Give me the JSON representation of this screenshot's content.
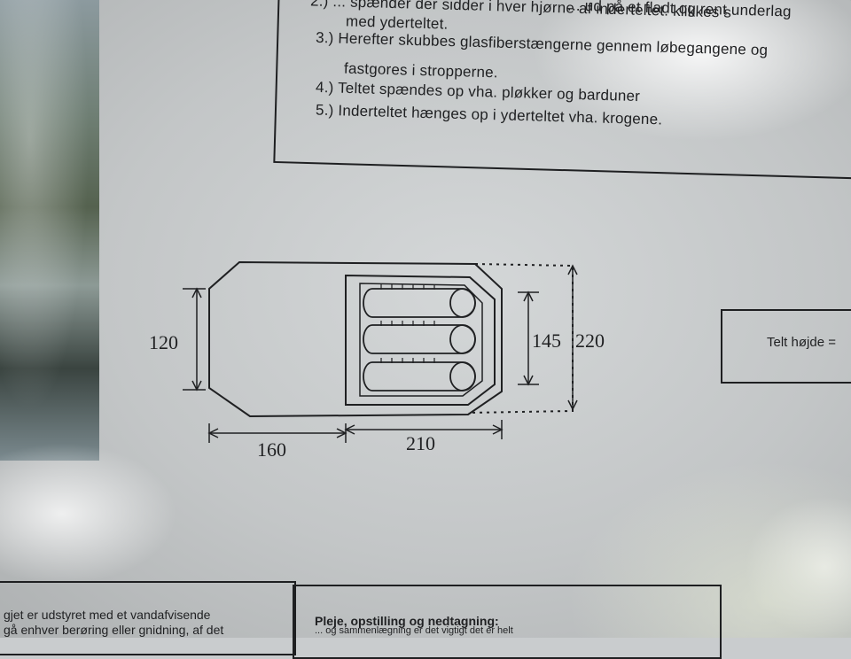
{
  "instructions": {
    "lines": [
      "med yderteltet.",
      "3.) Herefter skubbes glasfiberstængerne gennem løbegangene og",
      "fastgores i stropperne.",
      "4.) Teltet spændes op vha. pløkker og barduner",
      "5.) Inderteltet hænges op i yderteltet vha. krogene."
    ],
    "top_line": "2.) ... spænder der sidder i hver hjørne af inderteltet. klikkes s",
    "top_line_right": "... ud på et fladt og rent underlag"
  },
  "dimensions": {
    "width_left": "120",
    "length_front": "160",
    "length_inner": "210",
    "width_inner": "145",
    "width_total": "220"
  },
  "side_box": {
    "label": "Telt højde ="
  },
  "bottom": {
    "left_line1": "gjet er udstyret med et vandafvisende",
    "left_line2": "gå enhver berøring eller gnidning, af det",
    "heading": "Pleje, opstilling og nedtagning:",
    "sub": "... og sammenlægning er det vigtigt det er helt"
  },
  "colors": {
    "ink": "#1f2022",
    "paper": "#c9ccce"
  }
}
